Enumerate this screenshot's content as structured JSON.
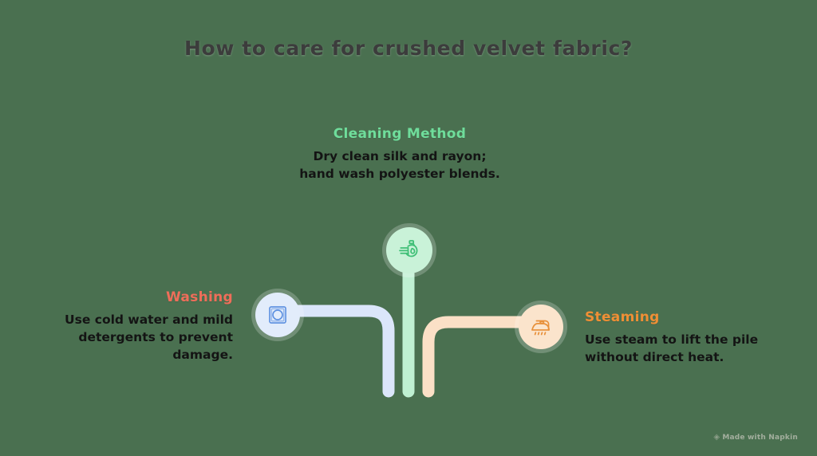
{
  "title": "How to care for crushed velvet fabric?",
  "background_color": "#4a7050",
  "title_color": "#3c3c3c",
  "branches": {
    "cleaning": {
      "heading": "Cleaning Method",
      "body": "Dry clean silk and rayon; hand wash polyester blends.",
      "heading_color": "#6fdd9b",
      "node_color": "#c9f2d8",
      "icon_color": "#3fbf76",
      "icon": "detergent-bottle-icon",
      "connector_color": "#bff0d2"
    },
    "washing": {
      "heading": "Washing",
      "body": "Use cold water and mild detergents to prevent damage.",
      "heading_color": "#ef6e5a",
      "node_color": "#e2ecfb",
      "icon_color": "#5b8fe0",
      "icon": "washing-machine-icon",
      "connector_color": "#dbe6fa"
    },
    "steaming": {
      "heading": "Steaming",
      "body": "Use steam to lift the pile without direct heat.",
      "heading_color": "#ef8f35",
      "node_color": "#fbe4cc",
      "icon_color": "#e8903a",
      "icon": "steam-iron-icon",
      "connector_color": "#fbe0c6"
    }
  },
  "watermark": {
    "logo": "◈",
    "text": "Made with  Napkin"
  }
}
